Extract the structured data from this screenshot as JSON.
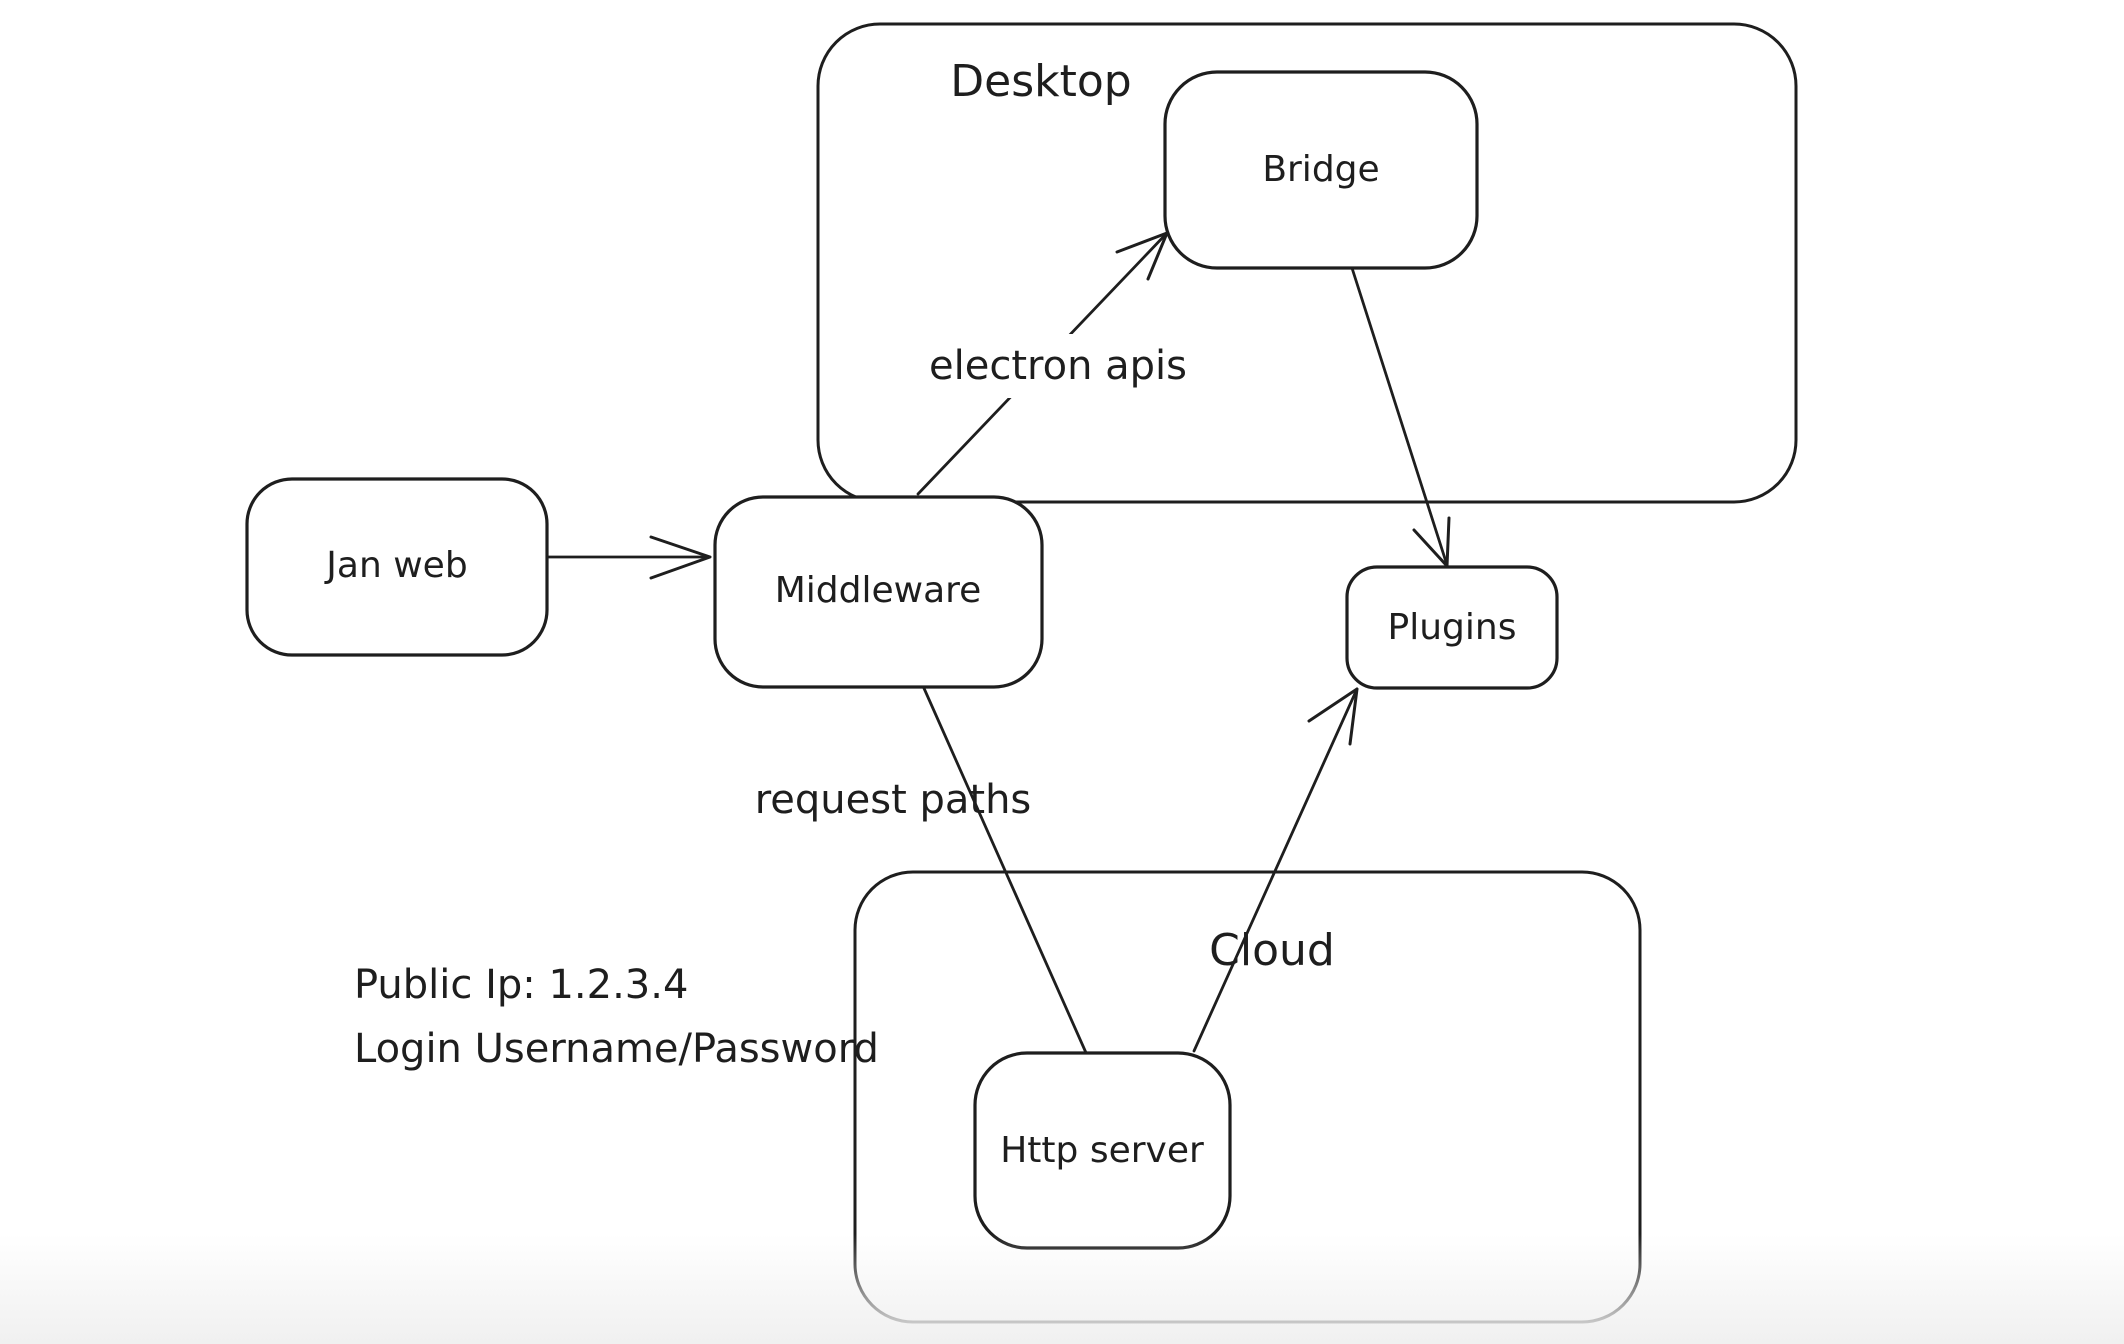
{
  "diagram": {
    "colors": {
      "stroke": "#1e1e1e",
      "background": "#ffffff",
      "bottom_fade": "#f0f0f0"
    },
    "containers": {
      "desktop": {
        "label": "Desktop"
      },
      "cloud": {
        "label": "Cloud"
      }
    },
    "nodes": {
      "jan_web": {
        "label": "Jan web"
      },
      "middleware": {
        "label": "Middleware"
      },
      "bridge": {
        "label": "Bridge"
      },
      "plugins": {
        "label": "Plugins"
      },
      "http_server": {
        "label": "Http server"
      }
    },
    "edges": {
      "middleware_to_bridge": {
        "label": "electron apis"
      },
      "middleware_to_http_server": {
        "label": "request paths"
      }
    },
    "note": {
      "line1": "Public Ip: 1.2.3.4",
      "line2": "Login Username/Password"
    }
  }
}
